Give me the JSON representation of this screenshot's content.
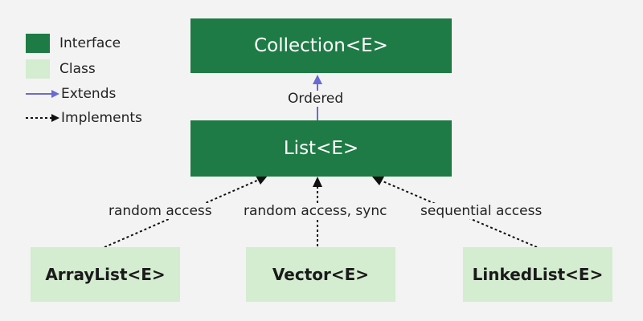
{
  "legend": {
    "interface": "Interface",
    "class": "Class",
    "extends": "Extends",
    "implements": "Implements"
  },
  "nodes": {
    "collection": "Collection<E>",
    "list": "List<E>",
    "arraylist": "ArrayList<E>",
    "vector": "Vector<E>",
    "linkedlist": "LinkedList<E>"
  },
  "edges": {
    "list_collection": "Ordered",
    "arraylist_list": "random access",
    "vector_list": "random access, sync",
    "linkedlist_list": "sequential access"
  },
  "colors": {
    "interface": "#1e7b45",
    "class": "#d4ecd0",
    "extends": "#6a6ad4",
    "implements": "#111111"
  }
}
